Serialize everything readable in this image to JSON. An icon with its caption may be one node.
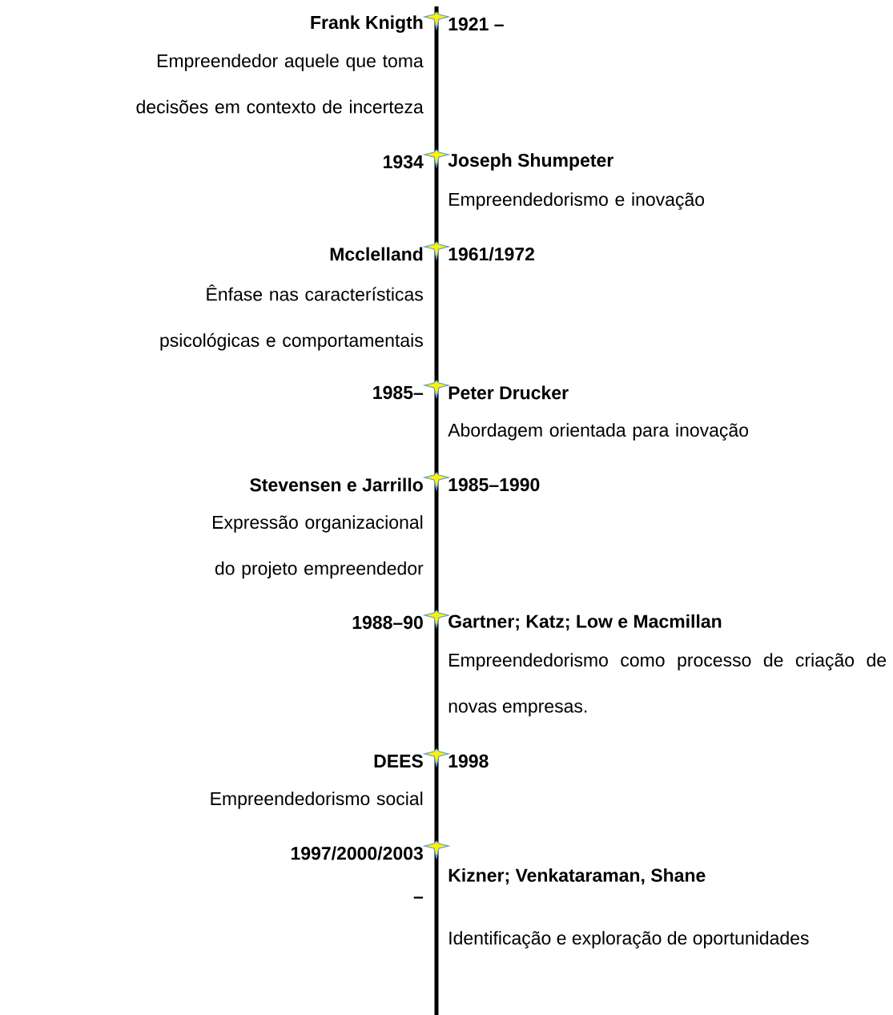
{
  "diagram": {
    "labels": [
      "Frank Knigth",
      "1921 –",
      "Empreendedor aquele que toma decisões em contexto de incerteza",
      "1934",
      "Joseph Shumpeter",
      "Empreendedorismo e inovação",
      "Mcclelland",
      "1961/1972",
      "Ênfase nas características psicológicas e comportamentais",
      "1985–",
      "Peter Drucker",
      "Abordagem orientada para inovação",
      "Stevensen e Jarrillo",
      "1985–1990",
      "Expressão organizacional do projeto empreendedor",
      "1988–90",
      "Gartner; Katz; Low e Macmillan",
      "Empreendedorismo como processo de criação de novas empresas.",
      "DEES",
      "1998",
      "Empreendedorismo social",
      "1997/2000/2003",
      "Kizner; Venkataraman, Shane",
      "–",
      "Identificação e exploração de oportunidades"
    ]
  }
}
